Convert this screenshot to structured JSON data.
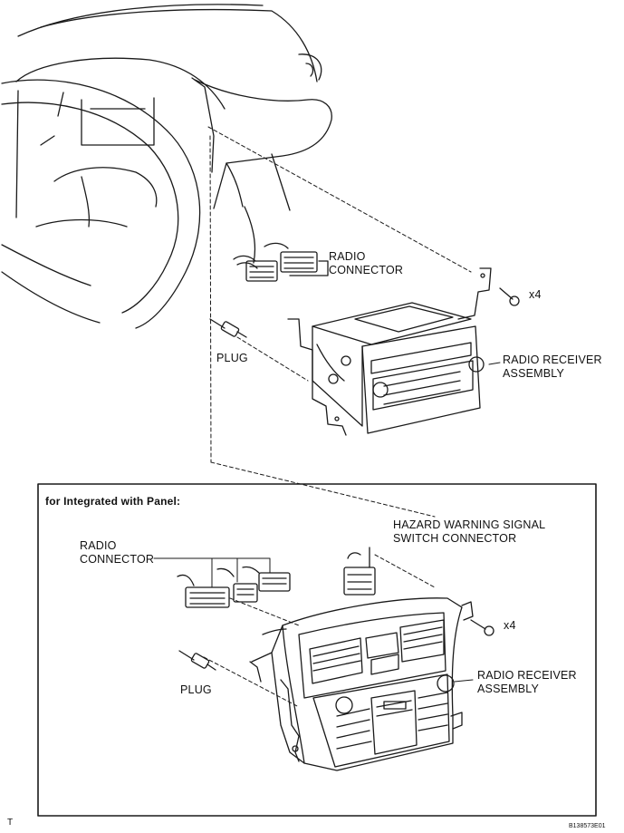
{
  "top": {
    "radio_connector": [
      "RADIO",
      "CONNECTOR"
    ],
    "plug": "PLUG",
    "radio_receiver_assembly": [
      "RADIO RECEIVER",
      "ASSEMBLY"
    ],
    "screw_qty": "x4"
  },
  "inset": {
    "title": "for Integrated with Panel:",
    "radio_connector": [
      "RADIO",
      "CONNECTOR"
    ],
    "hazard_connector": [
      "HAZARD WARNING SIGNAL",
      "SWITCH CONNECTOR"
    ],
    "plug": "PLUG",
    "radio_receiver_assembly": [
      "RADIO RECEIVER",
      "ASSEMBLY"
    ],
    "screw_qty": "x4"
  },
  "footer": {
    "left_mark": "T",
    "figure_id": "B138573E01"
  }
}
